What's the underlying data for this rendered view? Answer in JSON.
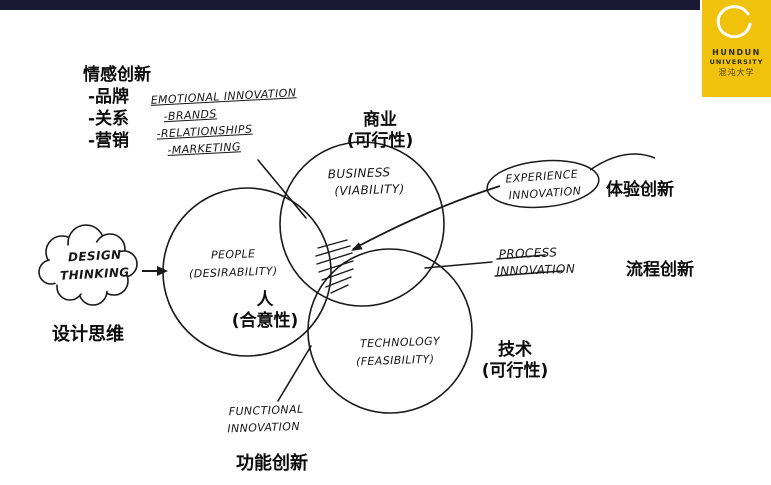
{
  "colors": {
    "top_bar": "#191936",
    "logo_bg": "#f0c20c",
    "ink": "#17171a"
  },
  "logo": {
    "line1": "HUNDUN",
    "line2": "UNIVERSITY",
    "cn": "混沌大学"
  },
  "labels": {
    "emotional": {
      "cn_title": "情感创新",
      "cn_items": [
        "-品牌",
        "-关系",
        "-营销"
      ],
      "en_title": "EMOTIONAL INNOVATION",
      "en_items": [
        "-BRANDS",
        "-RELATIONSHIPS",
        "-MARKETING"
      ]
    },
    "business": {
      "cn1": "商业",
      "cn2": "(可行性)",
      "en1": "BUSINESS",
      "en2": "(VIABILITY)"
    },
    "experience": {
      "en1": "EXPERIENCE",
      "en2": "INNOVATION",
      "cn": "体验创新"
    },
    "process": {
      "en1": "PROCESS",
      "en2": "INNOVATION",
      "cn": "流程创新"
    },
    "people": {
      "en1": "PEOPLE",
      "en2": "(DESIRABILITY)",
      "cn1": "人",
      "cn2": "(合意性)"
    },
    "technology": {
      "en1": "TECHNOLOGY",
      "en2": "(FEASIBILITY)",
      "cn1": "技术",
      "cn2": "(可行性)"
    },
    "functional": {
      "en1": "FUNCTIONAL",
      "en2": "INNOVATION",
      "cn": "功能创新"
    },
    "design_thinking": {
      "en1": "DESIGN",
      "en2": "THINKING",
      "cn": "设计思维"
    }
  }
}
